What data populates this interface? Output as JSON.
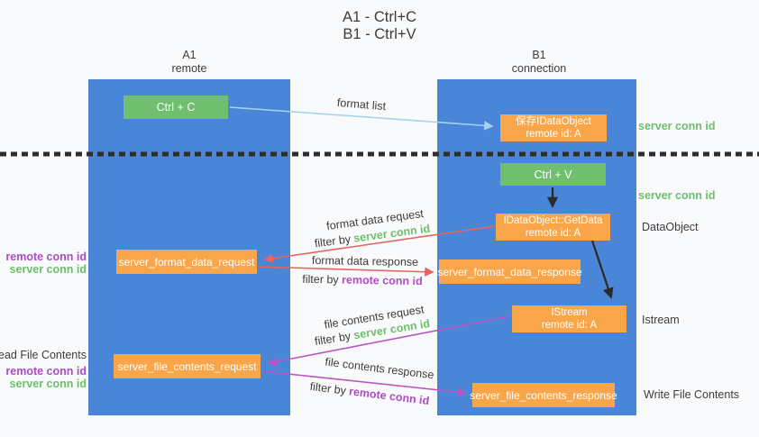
{
  "title": {
    "line1": "A1 - Ctrl+C",
    "line2": "B1 - Ctrl+V"
  },
  "lanes": {
    "a1": {
      "name": "A1",
      "role": "remote"
    },
    "b1": {
      "name": "B1",
      "role": "connection"
    }
  },
  "nodes": {
    "ctrl_c": {
      "label": "Ctrl + C"
    },
    "save_idataobject": {
      "line1": "保存IDataObject",
      "line2": "remote id: A"
    },
    "ctrl_v": {
      "label": "Ctrl + V"
    },
    "getdata": {
      "line1": "IDataObject::GetData",
      "line2": "remote id: A"
    },
    "format_request": {
      "label": "server_format_data_request"
    },
    "format_response": {
      "label": "server_format_data_response"
    },
    "istream": {
      "line1": "IStream",
      "line2": "remote id: A"
    },
    "file_request": {
      "label": "server_file_contents_request"
    },
    "file_response": {
      "label": "server_file_contents_response"
    }
  },
  "flow_labels": {
    "format_list": "format list",
    "format_data_request": "format data request",
    "format_data_response": "format data response",
    "file_contents_request": "file contents request",
    "file_contents_response": "file contents response",
    "filter_by": "filter by ",
    "server_conn_id": "server conn id",
    "remote_conn_id": "remote conn id"
  },
  "side_labels": {
    "server_conn_id": "server conn id",
    "remote_conn_id": "remote conn id",
    "dataobject": "DataObject",
    "istream": "Istream",
    "read_file_contents": "Read File Contents",
    "write_file_contents": "Write File Contents"
  },
  "colors": {
    "lane_blue": "#4a86d8",
    "node_green": "#6fbf6e",
    "node_orange": "#f9a64a",
    "arrow_lightblue": "#a5d2ef",
    "arrow_red": "#e8635c",
    "arrow_magenta": "#ba53c6",
    "arrow_black": "#2b2b2b",
    "text_green": "#6dbf6b",
    "text_purple": "#ae4bc5",
    "text_dark": "#3c3c3c",
    "dash": "#2e2e2e",
    "background": "#f9fafb"
  }
}
